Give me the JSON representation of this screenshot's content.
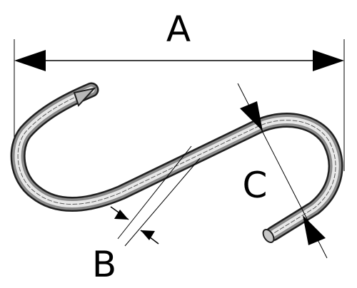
{
  "labels": {
    "a": "A",
    "b": "B",
    "c": "C"
  },
  "colors": {
    "ink": "#000000",
    "steel_dark": "#3a3a3a",
    "steel_mid": "#8a8a8a",
    "steel_light": "#e8e8e8",
    "background": "#ffffff"
  }
}
